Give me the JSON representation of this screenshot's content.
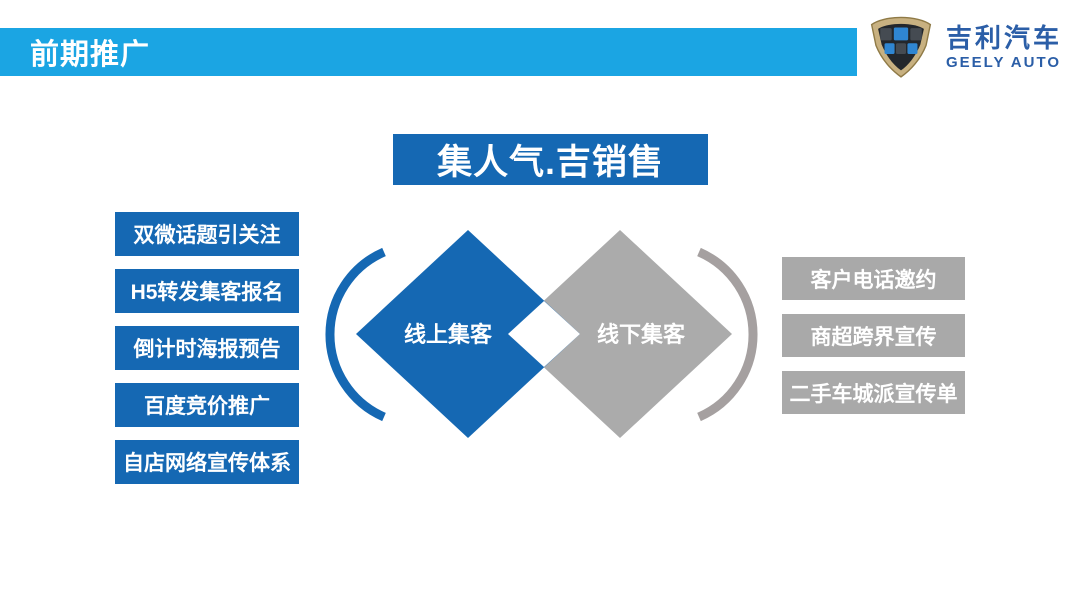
{
  "header": {
    "title": "前期推广"
  },
  "logo": {
    "brand_cn": "吉利汽车",
    "brand_en": "GEELY AUTO"
  },
  "banner": {
    "title": "集人气.吉销售"
  },
  "left_column": {
    "items": [
      {
        "label": "双微话题引关注"
      },
      {
        "label": "H5转发集客报名"
      },
      {
        "label": "倒计时海报预告"
      },
      {
        "label": "百度竞价推广"
      },
      {
        "label": "自店网络宣传体系"
      }
    ]
  },
  "right_column": {
    "items": [
      {
        "label": "客户电话邀约"
      },
      {
        "label": "商超跨界宣传"
      },
      {
        "label": "二手车城派宣传单"
      }
    ]
  },
  "diagram": {
    "online_label": "线上集客",
    "offline_label": "线下集客"
  },
  "colors": {
    "header_blue": "#1BA5E3",
    "deep_blue": "#1568B3",
    "box_gray": "#A9A9A9",
    "diamond_gray": "#ABABAB",
    "bracket_gray": "#A5A0A0",
    "logo_blue": "#2B5EA7",
    "white": "#FFFFFF"
  }
}
